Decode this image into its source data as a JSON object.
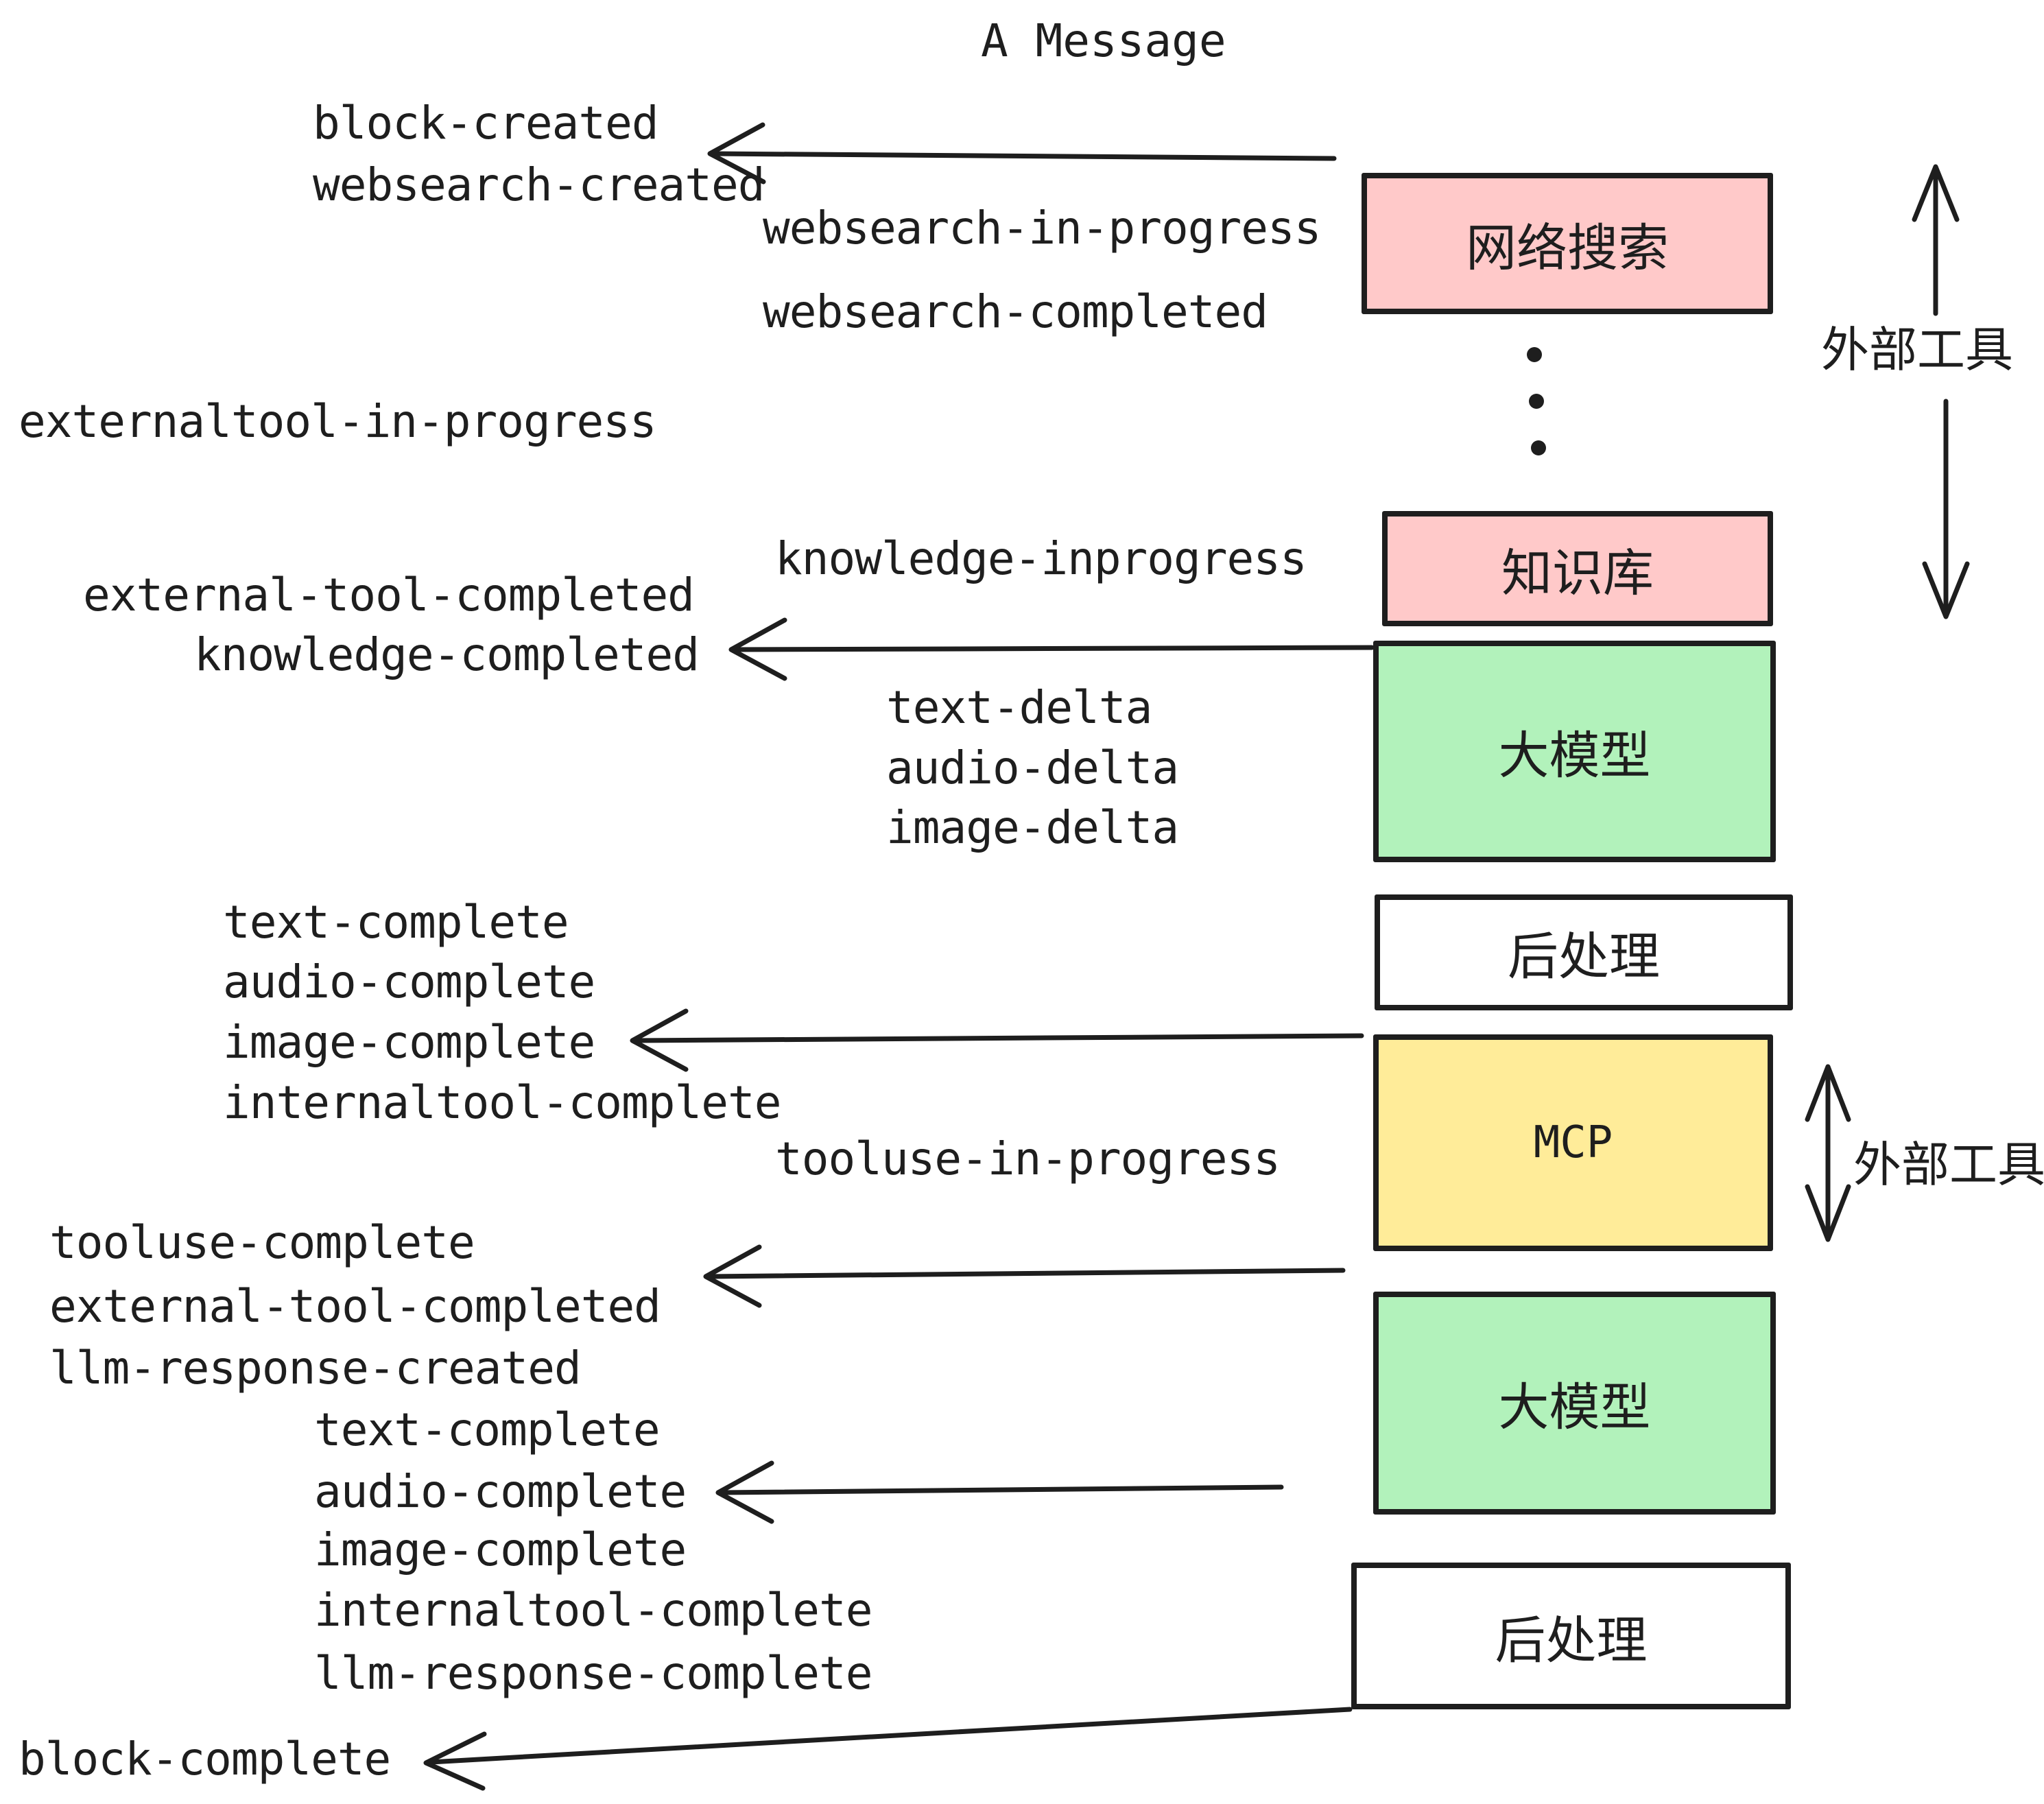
{
  "title": "A Message",
  "colors": {
    "stroke": "#1e1e1e",
    "pink": "#ffc9c9",
    "green": "#b2f2bb",
    "yellow": "#ffec99",
    "white": "#ffffff"
  },
  "boxes": [
    {
      "id": "websearch",
      "label": "网络搜索",
      "fill": "#ffc9c9"
    },
    {
      "id": "knowledge",
      "label": "知识库",
      "fill": "#ffc9c9"
    },
    {
      "id": "llm-1",
      "label": "大模型",
      "fill": "#b2f2bb"
    },
    {
      "id": "postprocess-1",
      "label": "后处理",
      "fill": "#ffffff"
    },
    {
      "id": "mcp",
      "label": "MCP",
      "fill": "#ffec99"
    },
    {
      "id": "llm-2",
      "label": "大模型",
      "fill": "#b2f2bb"
    },
    {
      "id": "postprocess-2",
      "label": "后处理",
      "fill": "#ffffff"
    }
  ],
  "side_labels": [
    {
      "id": "external-tools-1",
      "text": "外部工具"
    },
    {
      "id": "external-tools-2",
      "text": "外部工具"
    }
  ],
  "events": [
    {
      "text": "block-created"
    },
    {
      "text": "websearch-created"
    },
    {
      "text": "websearch-in-progress"
    },
    {
      "text": "websearch-completed"
    },
    {
      "text": "externaltool-in-progress"
    },
    {
      "text": "knowledge-inprogress"
    },
    {
      "text": "external-tool-completed"
    },
    {
      "text": "knowledge-completed"
    },
    {
      "text": "text-delta"
    },
    {
      "text": "audio-delta"
    },
    {
      "text": "image-delta"
    },
    {
      "text": "text-complete"
    },
    {
      "text": "audio-complete"
    },
    {
      "text": "image-complete"
    },
    {
      "text": "internaltool-complete"
    },
    {
      "text": "tooluse-in-progress"
    },
    {
      "text": "tooluse-complete"
    },
    {
      "text": "external-tool-completed"
    },
    {
      "text": "llm-response-created"
    },
    {
      "text": "text-complete"
    },
    {
      "text": "audio-complete"
    },
    {
      "text": "image-complete"
    },
    {
      "text": "internaltool-complete"
    },
    {
      "text": "llm-response-complete"
    },
    {
      "text": "block-complete"
    }
  ]
}
